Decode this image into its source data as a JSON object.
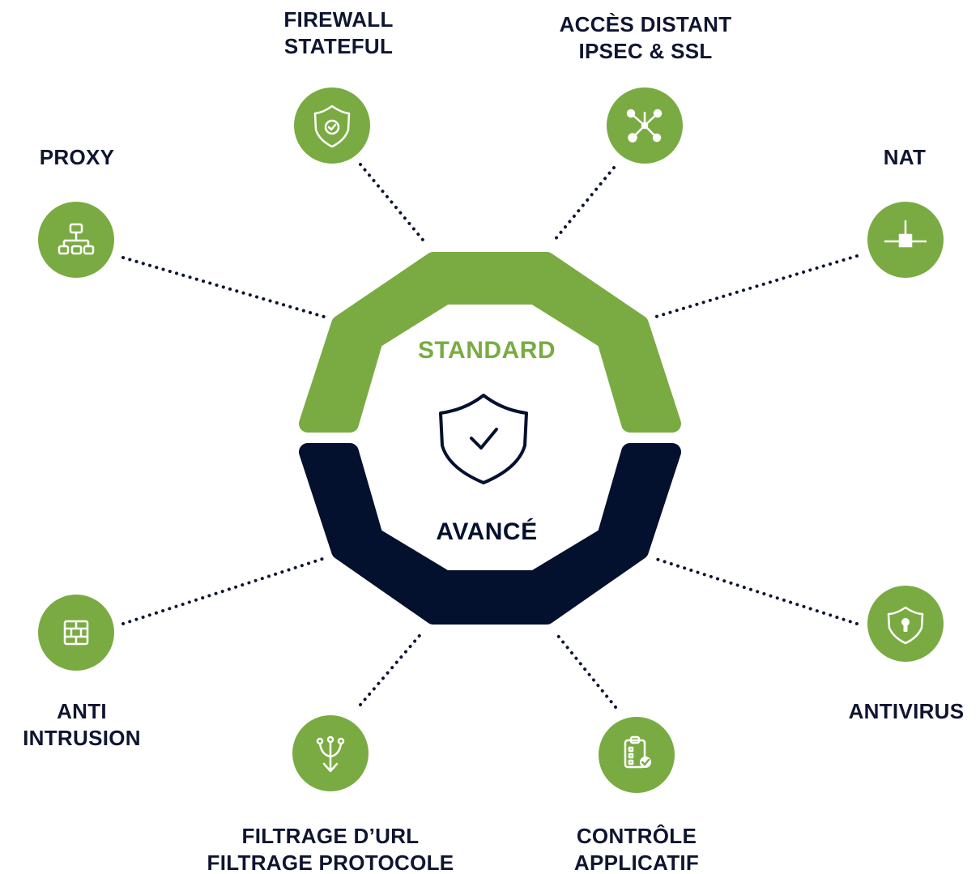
{
  "colors": {
    "green": "#7aab42",
    "navy": "#03102e",
    "text": "#0e1530"
  },
  "center": {
    "standard_label": "STANDARD",
    "advanced_label": "AVANCÉ",
    "icon": "shield-check-icon"
  },
  "features": {
    "firewall": {
      "line1": "FIREWALL",
      "line2": "STATEFUL",
      "icon": "shield-check-icon"
    },
    "remote": {
      "line1": "ACCÈS DISTANT",
      "line2": "IPSEC & SSL",
      "icon": "network-hub-icon"
    },
    "proxy": {
      "line1": "PROXY",
      "icon": "hierarchy-icon"
    },
    "nat": {
      "line1": "NAT",
      "icon": "network-junction-icon"
    },
    "intrusion": {
      "line1": "ANTI",
      "line2": "INTRUSION",
      "icon": "brick-wall-icon"
    },
    "antivirus": {
      "line1": "ANTIVIRUS",
      "icon": "shield-lock-icon"
    },
    "url_filter": {
      "line1": "FILTRAGE D’URL",
      "line2": "FILTRAGE PROTOCOLE",
      "icon": "funnel-arrows-icon"
    },
    "app_control": {
      "line1": "CONTRÔLE",
      "line2": "APPLICATIF",
      "icon": "clipboard-check-icon"
    }
  }
}
